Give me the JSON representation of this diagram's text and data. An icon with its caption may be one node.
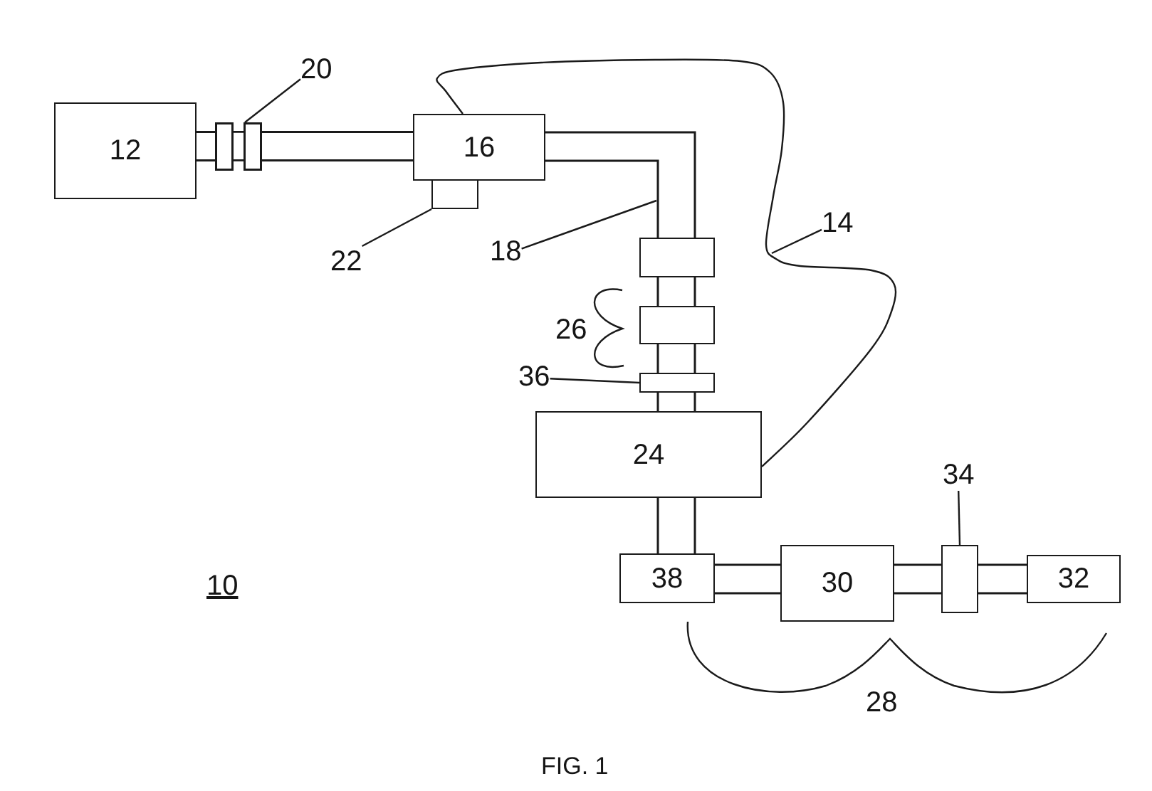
{
  "diagram": {
    "caption": "FIG. 1",
    "nodes": [
      {
        "text": [
          "12"
        ]
      },
      {
        "text": [],
        "shape": "box"
      },
      {
        "text": [
          "16"
        ]
      },
      {
        "text": [],
        "shape": "box"
      },
      {
        "text": [],
        "shape": "box"
      },
      {
        "text": [],
        "shape": "box"
      },
      {
        "text": [],
        "shape": "box"
      },
      {
        "text": [
          "24"
        ]
      },
      {
        "text": [
          "38"
        ]
      },
      {
        "text": [
          "30"
        ]
      },
      {
        "text": [],
        "shape": "box"
      },
      {
        "text": [
          "32"
        ]
      },
      {
        "text": [
          "20"
        ]
      },
      {
        "text": [
          "22"
        ]
      },
      {
        "text": [
          "18"
        ]
      },
      {
        "text": [
          "14"
        ]
      },
      {
        "text": [
          "36"
        ]
      },
      {
        "text": [
          "34"
        ]
      }
    ],
    "edges": [
      {
        "from": 0,
        "to": 1,
        "arrow": "none"
      },
      {
        "from": 1,
        "to": 2,
        "arrow": "none"
      },
      {
        "from": 2,
        "to": 4,
        "arrow": "none"
      },
      {
        "from": 4,
        "to": 5,
        "arrow": "none"
      },
      {
        "from": 5,
        "to": 6,
        "arrow": "none"
      },
      {
        "from": 6,
        "to": 7,
        "arrow": "none"
      },
      {
        "from": 7,
        "to": 8,
        "arrow": "none"
      },
      {
        "from": 8,
        "to": 9,
        "arrow": "none"
      },
      {
        "from": 9,
        "to": 10,
        "arrow": "none"
      },
      {
        "from": 10,
        "to": 11,
        "arrow": "none"
      },
      {
        "from": 2,
        "to": 7,
        "arrow": "none"
      },
      {
        "from": 12,
        "to": 1,
        "arrow": "none"
      },
      {
        "from": 13,
        "to": 3,
        "arrow": "none"
      },
      {
        "from": 14,
        "to": null,
        "arrow": "none"
      },
      {
        "from": 15,
        "to": null,
        "arrow": "none"
      },
      {
        "from": 16,
        "to": 6,
        "arrow": "none"
      },
      {
        "from": 17,
        "to": 10,
        "arrow": "none"
      }
    ],
    "labels": [
      "26",
      "10",
      "28"
    ]
  }
}
